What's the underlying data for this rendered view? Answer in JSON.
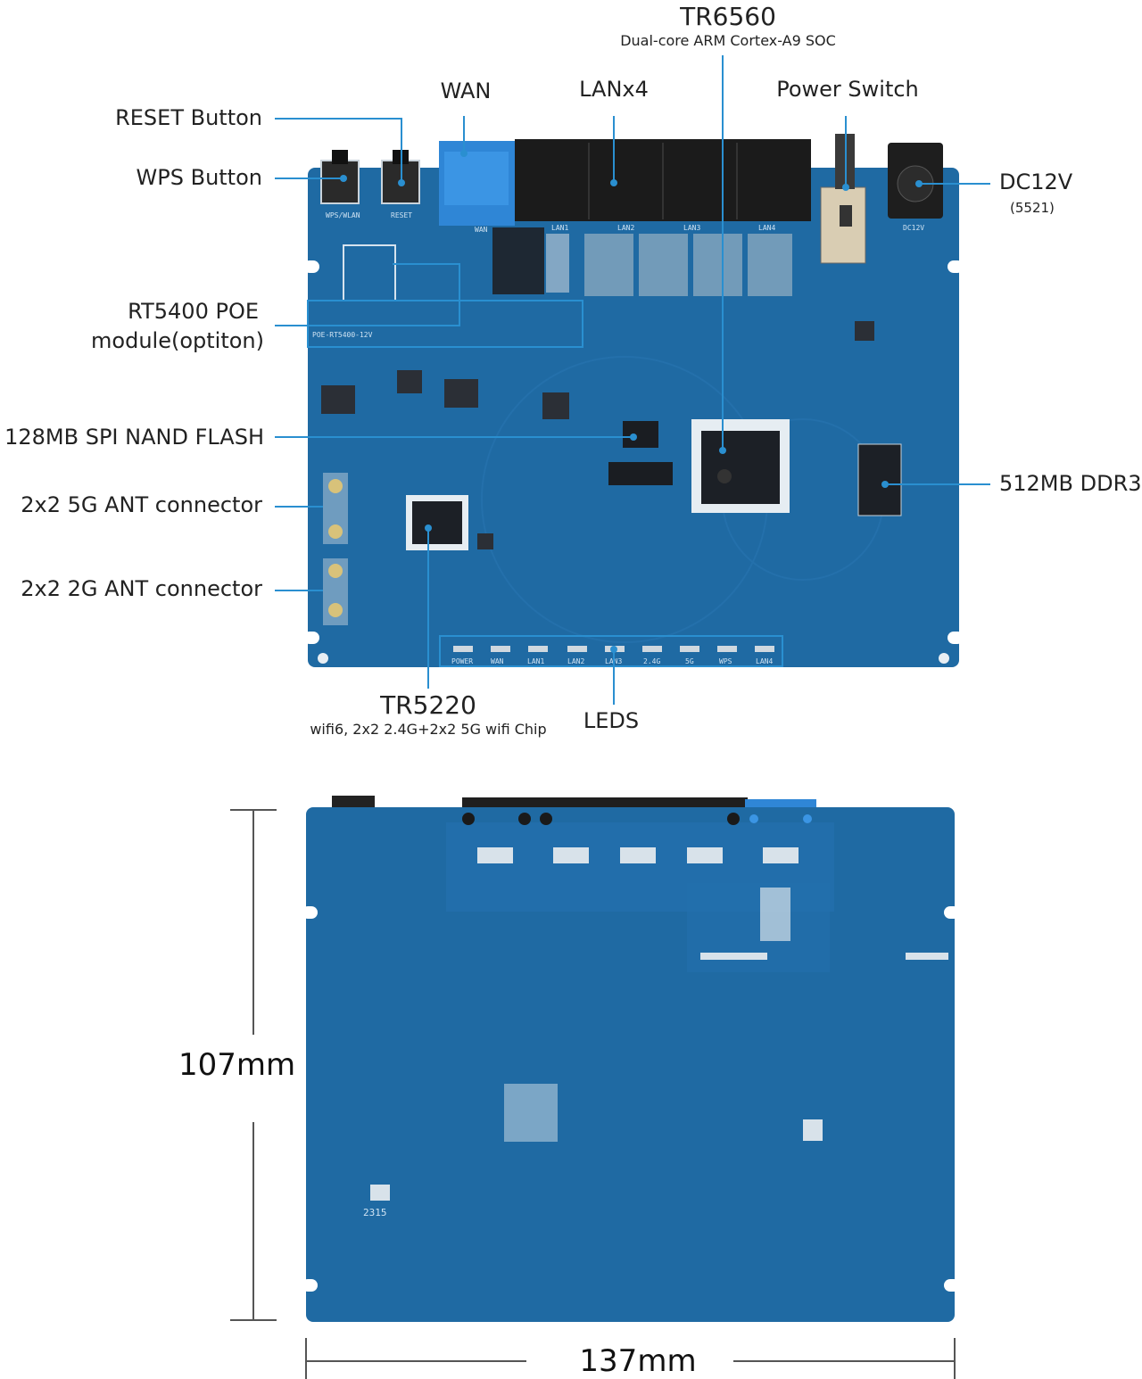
{
  "callouts": {
    "tr6560": {
      "title": "TR6560",
      "desc": "Dual-core ARM Cortex-A9 SOC"
    },
    "wan": "WAN",
    "lanx4": "LANx4",
    "power_switch": "Power Switch",
    "reset_button": "RESET Button",
    "wps_button": "WPS Button",
    "dc12v": {
      "title": "DC12V",
      "desc": "(5521)"
    },
    "poe_module": {
      "line1": "RT5400 POE",
      "line2": "module(optiton)"
    },
    "nand_flash": "128MB SPI NAND FLASH",
    "ant_5g": "2x2 5G ANT connector",
    "ant_2g": "2x2 2G ANT connector",
    "ddr3": "512MB DDR3",
    "tr5220": {
      "title": "TR5220",
      "desc": "wifi6, 2x2 2.4G+2x2 5G wifi Chip"
    },
    "leds": "LEDS"
  },
  "silkscreen": {
    "wps_wlan": "WPS/WLAN",
    "reset": "RESET",
    "wan": "WAN",
    "lan_ports": [
      "LAN1",
      "LAN2",
      "LAN3",
      "LAN4"
    ],
    "dc": "DC12V",
    "poe": "POE-RT5400-12V",
    "led_labels": [
      "POWER",
      "WAN",
      "LAN1",
      "LAN2",
      "LAN3",
      "2.4G",
      "5G",
      "WPS",
      "LAN4"
    ],
    "bottom_code": "2315"
  },
  "dimensions": {
    "height": "107mm",
    "width": "137mm"
  },
  "colors": {
    "pcb": "#1f6aa3",
    "pcb_dark": "#17598c",
    "line": "#2a8fd0",
    "wan_port": "#2f86d6",
    "lan_ports": "#1b1b1b"
  }
}
